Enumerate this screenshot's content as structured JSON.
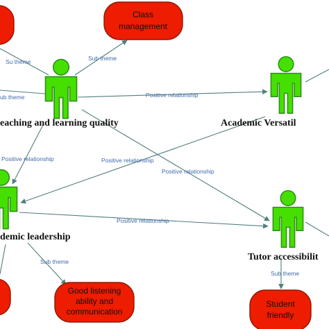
{
  "diagram": {
    "nodes": {
      "teaching_quality": {
        "label": "eaching and learning quality"
      },
      "academic_versatility": {
        "label": "Academic Versatil"
      },
      "academic_leadership": {
        "label": "demic leadership"
      },
      "tutor_accessibility": {
        "label": "Tutor accessibilit"
      }
    },
    "subthemes": {
      "class_management": {
        "line1": "Class",
        "line2": "management"
      },
      "good_listening": {
        "line1": "Good listening",
        "line2": "ability and",
        "line3": "communication"
      },
      "student_friendly": {
        "line1": "Student",
        "line2": "friendly"
      }
    },
    "edge_labels": {
      "su_theme": "Su theme",
      "sub_theme_top": "Sub theme",
      "sub_theme_left": "ub theme",
      "pos_rel_top": "Positive relationship",
      "pos_rel_left": "Positive relationship",
      "pos_rel_middle": "Positive relationship",
      "pos_rel_right": "Positive relationship",
      "pos_rel_bottom": "Positive relationship",
      "sub_theme_bottom_left": "Sub theme",
      "sub_theme_bottom_right": "Sub theme"
    },
    "colors": {
      "figure": "#46e000",
      "oval": "#ee1c00",
      "edge": "#4f7f7c",
      "edge_label": "#3f6aa8"
    }
  }
}
